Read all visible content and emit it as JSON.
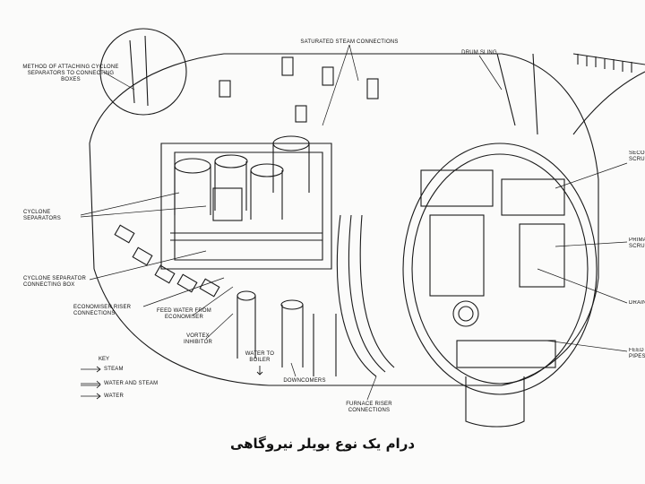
{
  "caption": "درام یک نوع بویلر نیروگاهی",
  "labels": {
    "method_attaching": "METHOD OF ATTACHING CYCLONE SEPARATORS TO CONNECTING BOXES",
    "saturated_steam": "SATURATED STEAM CONNECTIONS",
    "drum_sling": "DRUM SLING",
    "cyclone_separators": "CYCLONE SEPARATORS",
    "connecting_box": "CYCLONE SEPARATOR CONNECTING BOX",
    "economiser_riser": "ECONOMISER RISER CONNECTIONS",
    "feed_water": "FEED WATER FROM ECONOMISER",
    "vortex": "VORTEX INHIBITOR",
    "water_to_boiler": "WATER TO BOILER",
    "downcomers": "DOWNCOMERS",
    "furnace_riser": "FURNACE RISER CONNECTIONS",
    "secondary": "SECO SCRU",
    "primary": "PRIMA SCRU",
    "drain": "DRAIN",
    "feed_pipes": "FEED PIPES"
  },
  "key": {
    "title": "KEY",
    "items": [
      "STEAM",
      "WATER AND STEAM",
      "WATER"
    ]
  }
}
